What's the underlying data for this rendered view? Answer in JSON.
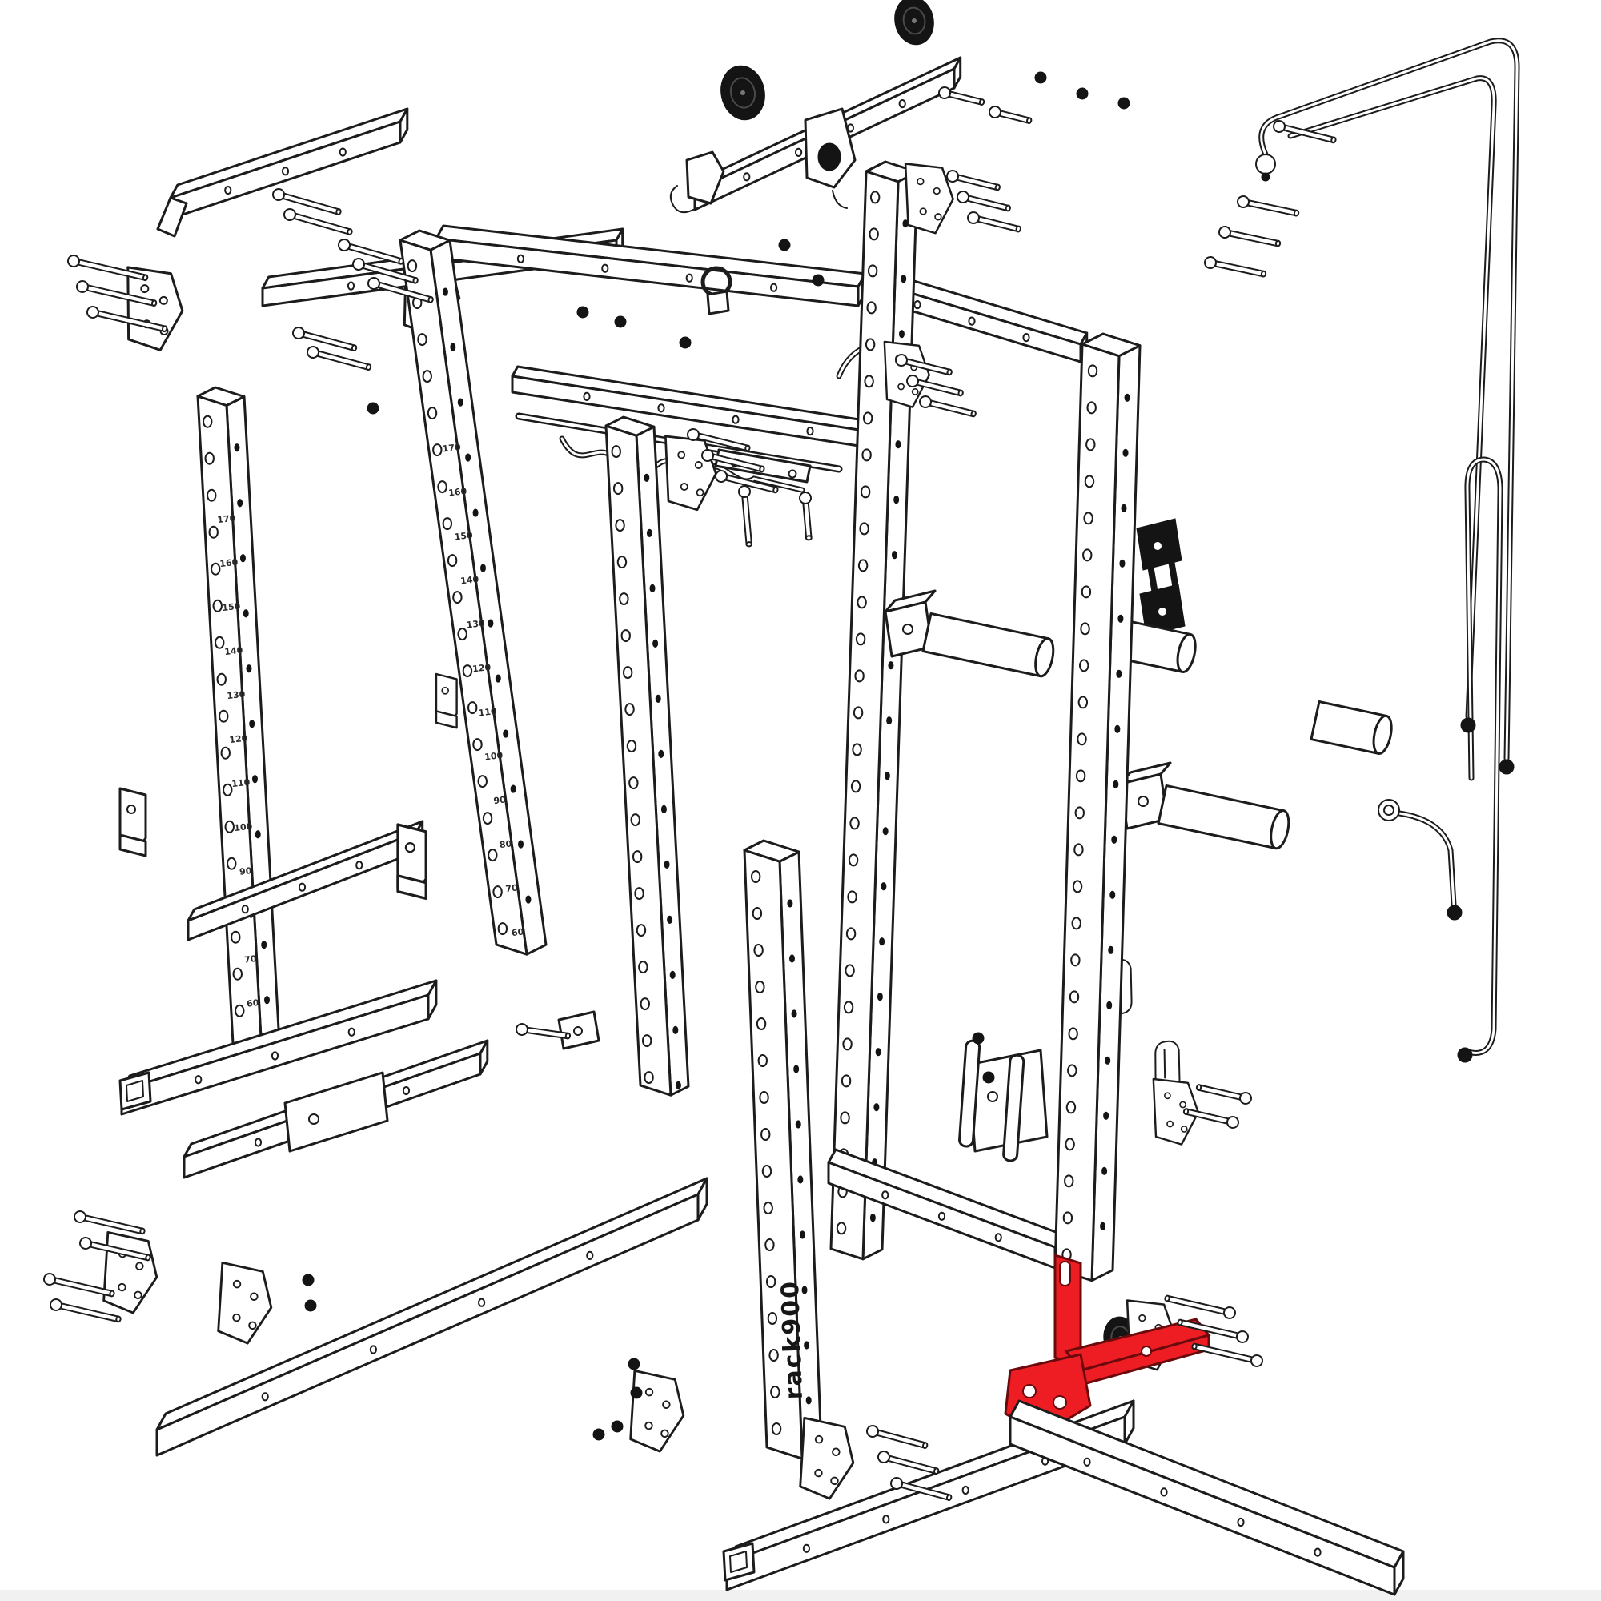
{
  "meta": {
    "title": "Power rack exploded assembly diagram",
    "style": "black line-art exploded view on white background",
    "background_color": "#ffffff",
    "baseline_strip_color": "#f1f1f1"
  },
  "branding": {
    "logo_text": "rack900"
  },
  "highlight": {
    "color": "#ee1d23",
    "outline": "#6b0a0d",
    "part": "lat-tower foot bracket"
  },
  "palette": {
    "line": "#1c1c1c",
    "part_fill": "#ffffff",
    "dark_fill": "#141414",
    "scale_text": "#2a2a2a"
  },
  "upright_scale": {
    "values": [
      "170",
      "160",
      "150",
      "140",
      "130",
      "120",
      "110",
      "100",
      "90",
      "80",
      "70",
      "60"
    ]
  },
  "parts": [
    "rear-left upright",
    "front-left upright",
    "front-center upright",
    "front-right upright with rack900 logo",
    "lat-tower rear upright",
    "lat-tower front upright",
    "top frame beams",
    "pull-up bar",
    "multi-grip pull-up bar",
    "lat pulley top beam",
    "pulley wheels",
    "pulley trolley",
    "cable assembly with ball stops",
    "weight-plate horns",
    "J-cups",
    "gusset plates",
    "hex bolts",
    "nuts",
    "floor rails",
    "side braces",
    "carabiners",
    "highlighted foot bracket"
  ]
}
